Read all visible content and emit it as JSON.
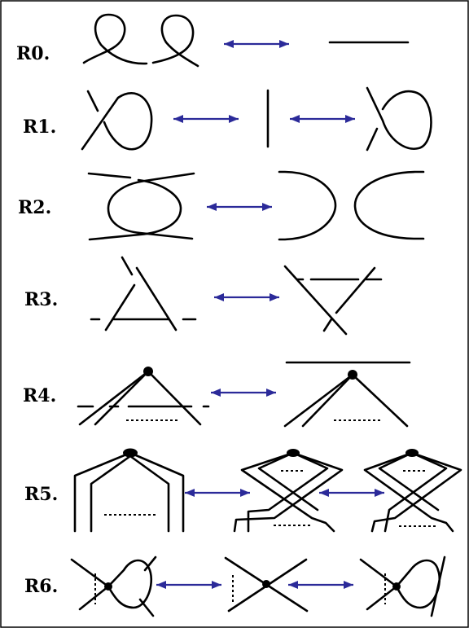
{
  "moves": [
    {
      "label": "R0."
    },
    {
      "label": "R1."
    },
    {
      "label": "R2."
    },
    {
      "label": "R3."
    },
    {
      "label": "R4."
    },
    {
      "label": "R5."
    },
    {
      "label": "R6."
    }
  ],
  "colors": {
    "arrow": "#2b2a99",
    "strand": "#000000",
    "background": "#ffffff"
  }
}
